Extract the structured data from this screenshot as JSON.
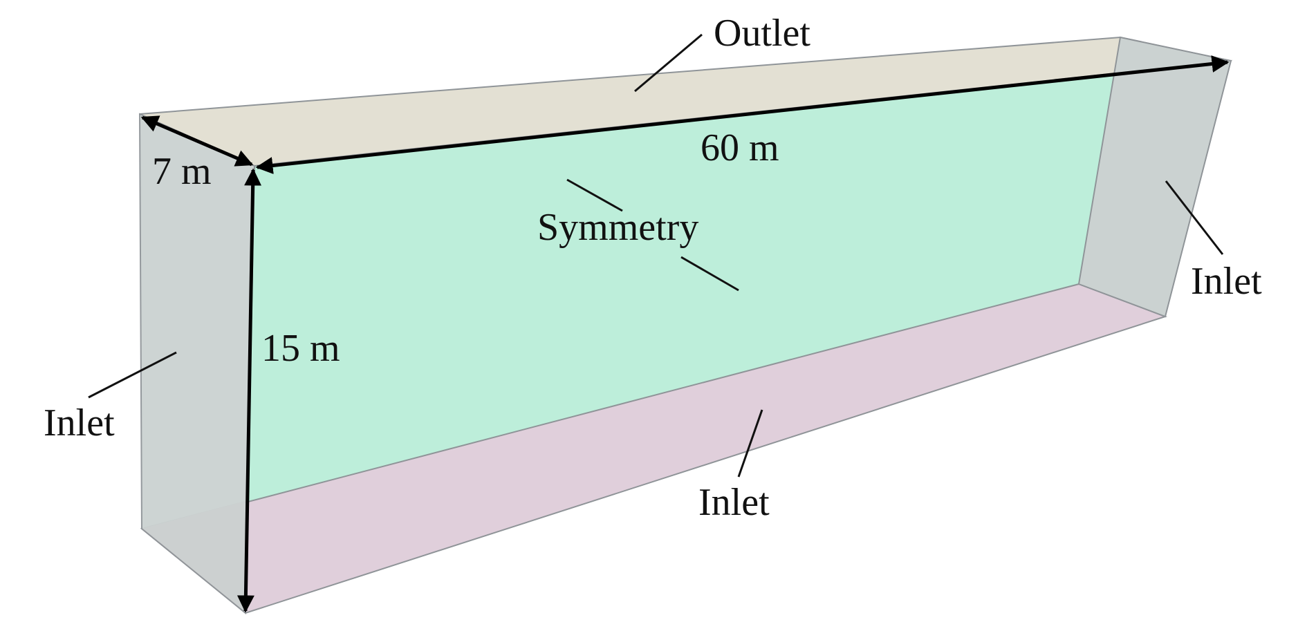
{
  "diagram": {
    "faces": {
      "top": "Outlet",
      "back": "Symmetry",
      "left": "Inlet",
      "right": "Inlet",
      "bottom": "Inlet"
    },
    "dimensions": {
      "width": "7 m",
      "length": "60 m",
      "height": "15 m"
    },
    "colors": {
      "outlet_face": "#e3e0d3",
      "symmetry_face": "#bdeeda",
      "inlet_side_face": "#cbd2d1",
      "inlet_bottom_face": "#e0cfdb",
      "inlet_corner_accent": "#e8b9cd",
      "edge": "#8f9498",
      "arrow": "#000000"
    }
  }
}
